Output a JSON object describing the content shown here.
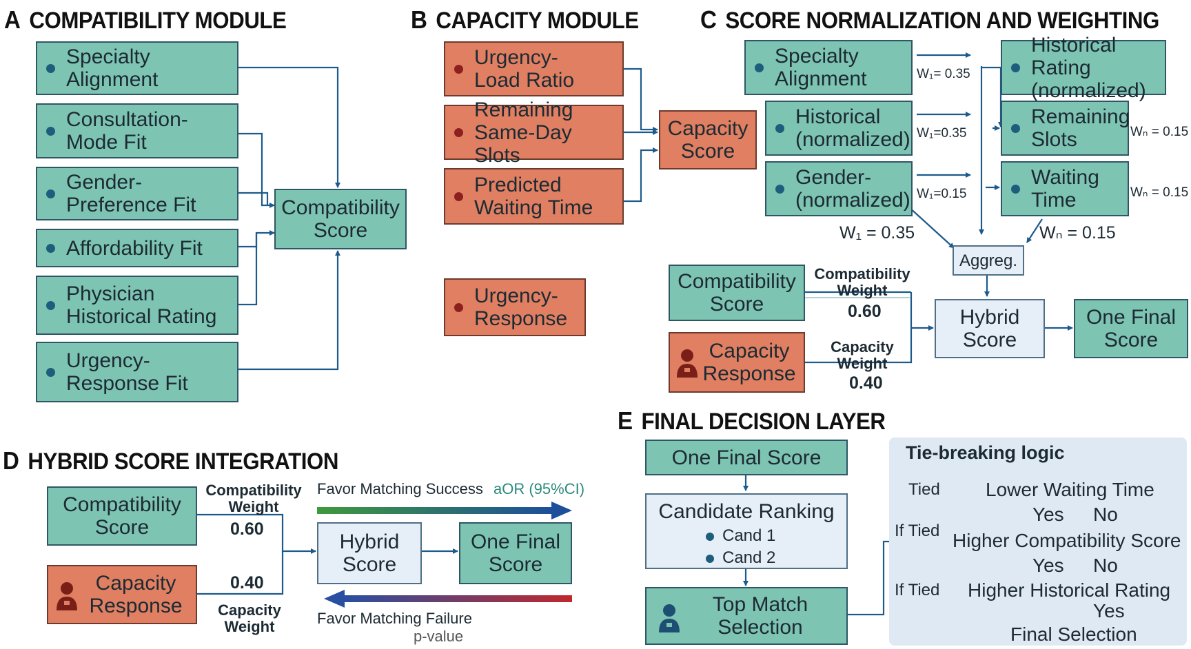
{
  "panel_a": {
    "letter": "A",
    "title": "COMPATIBILITY MODULE",
    "inputs": [
      "Specialty\nAlignment",
      "Consultation-\nMode Fit",
      "Gender-\nPreference Fit",
      "Affordability Fit",
      "Physician\nHistorical Rating",
      "Urgency-\nResponse Fit"
    ],
    "output": "Compatibility\nScore"
  },
  "panel_b": {
    "letter": "B",
    "title": "CAPACITY MODULE",
    "inputs": [
      "Urgency-\nLoad Ratio",
      "Remaining\nSame-Day Slots",
      "Predicted\nWaiting Time"
    ],
    "output": "Capacity\nScore",
    "extra": "Urgency-\nResponse"
  },
  "panel_c": {
    "letter": "C",
    "title": "SCORE NORMALIZATION AND WEIGHTING",
    "left": [
      "Specialty\nAlignment",
      "Historical\n(normalized)",
      "Gender-\n(normalized)"
    ],
    "right": [
      "Historical Rating\n(normalized)",
      "Remaining\nSlots",
      "Waiting\nTime"
    ],
    "left_weights": [
      "W₁= 0.35",
      "W₁=0.35",
      "W₁=0.15"
    ],
    "right_weights": [
      "Wₙ = 0.15",
      "Wₙ = 0.15"
    ],
    "w1_total": "W₁ = 0.35",
    "wn_total": "Wₙ = 0.15",
    "aggregator": "Aggreg.",
    "compat_box": "Compatibility\nScore",
    "capacity_box": "Capacity\nResponse",
    "compat_weight_label": "Compatibility\nWeight",
    "compat_weight_value": "0.60",
    "capacity_weight_label": "Capacity\nWeight",
    "capacity_weight_value": "0.40",
    "hybrid": "Hybrid\nScore",
    "final": "One Final\nScore"
  },
  "panel_d": {
    "letter": "D",
    "title": "HYBRID SCORE INTEGRATION",
    "compat_box": "Compatibility\nScore",
    "capacity_box": "Capacity\nResponse",
    "compat_weight_label": "Compatibility\nWeight",
    "compat_weight_value": "0.60",
    "capacity_weight_value": "0.40",
    "capacity_weight_label": "Capacity\nWeight",
    "hybrid": "Hybrid\nScore",
    "final": "One Final\nScore",
    "favor_success": "Favor Matching Success",
    "aor": "aOR (95%CI)",
    "favor_failure": "Favor Matching Failure",
    "pvalue": "p-value"
  },
  "panel_e": {
    "letter": "E",
    "title": "FINAL DECISION LAYER",
    "final": "One Final Score",
    "ranking_title": "Candidate Ranking",
    "candidates": [
      "Cand 1",
      "Cand 2"
    ],
    "top_match": "Top Match\nSelection",
    "tie": {
      "title": "Tie-breaking logic",
      "tied": "Tied",
      "lower_waiting": "Lower Waiting Time",
      "yes": "Yes",
      "no": "No",
      "if_tied": "If Tied",
      "higher_compat": "Higher Compatibility Score",
      "higher_hist": "Higher Historical Rating",
      "final_selection": "Final Selection"
    }
  },
  "colors": {
    "teal": "#7ec4b2",
    "salmon": "#e07f62",
    "light": "#e6eef7",
    "arrow": "#1d5a8c"
  }
}
